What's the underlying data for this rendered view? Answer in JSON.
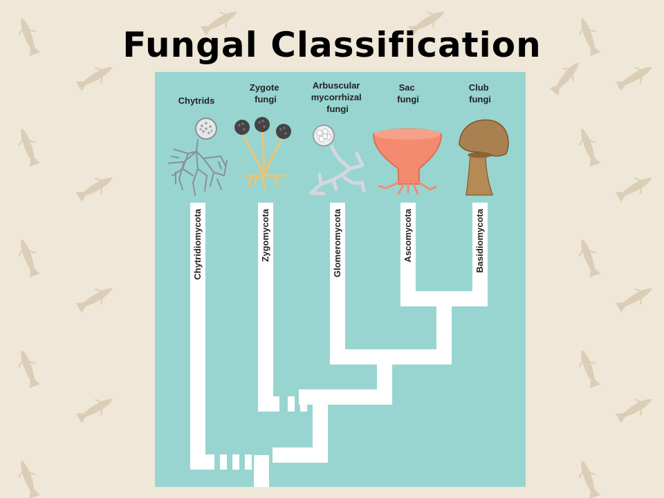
{
  "title": "Fungal Classification",
  "colors": {
    "background": "#efe7d8",
    "panel": "#98d5d1",
    "branch": "#ffffff",
    "fish_motif": "#d7c8b0"
  },
  "groups": [
    {
      "lines": [
        "Chytrids"
      ],
      "phylum": "Chytridiomycota",
      "icon": "chytrid-icon"
    },
    {
      "lines": [
        "Zygote",
        "fungi"
      ],
      "phylum": "Zygomycota",
      "icon": "zygote-fungus-icon"
    },
    {
      "lines": [
        "Arbuscular",
        "mycorrhizal",
        "fungi"
      ],
      "phylum": "Glomeromycota",
      "icon": "mycorrhizal-fungus-icon"
    },
    {
      "lines": [
        "Sac",
        "fungi"
      ],
      "phylum": "Ascomycota",
      "icon": "sac-fungus-icon"
    },
    {
      "lines": [
        "Club",
        "fungi"
      ],
      "phylum": "Basidiomycota",
      "icon": "club-fungus-icon"
    }
  ]
}
